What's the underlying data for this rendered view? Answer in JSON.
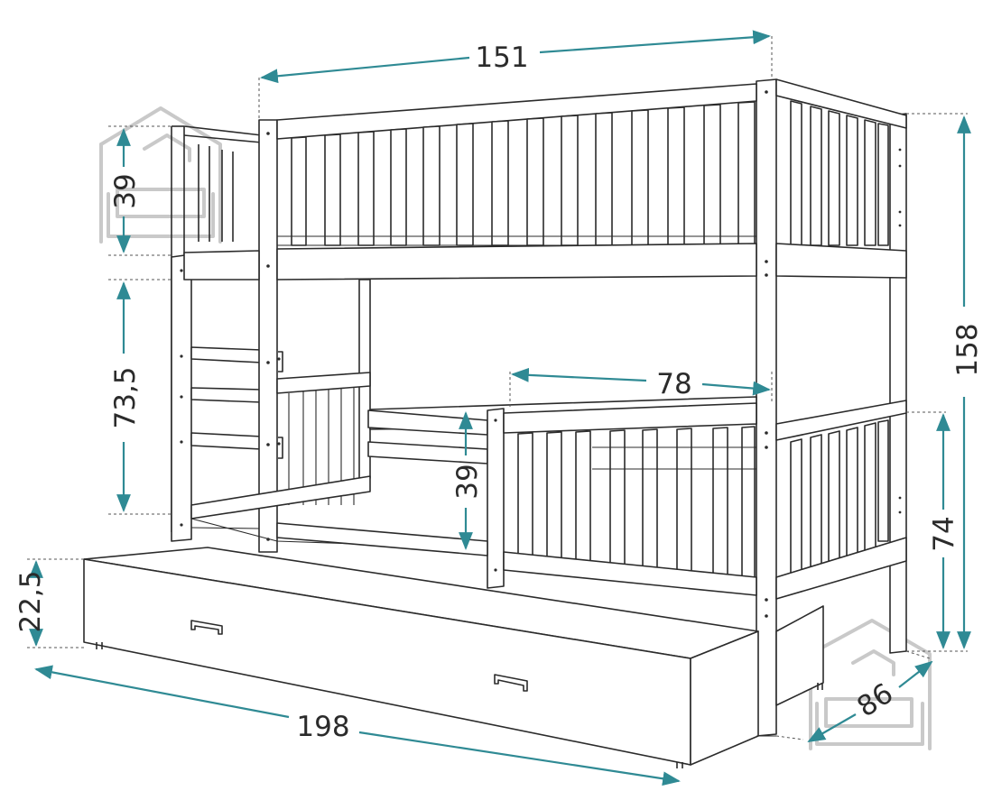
{
  "diagram": {
    "dimensions": {
      "width_top": "151",
      "height_total": "158",
      "rail_top": "39",
      "gap_between_beds": "73,5",
      "bottom_side_width": "78",
      "rail_bottom": "39",
      "bottom_bed_height": "74",
      "drawer_height": "22,5",
      "length": "198",
      "depth": "86"
    }
  }
}
